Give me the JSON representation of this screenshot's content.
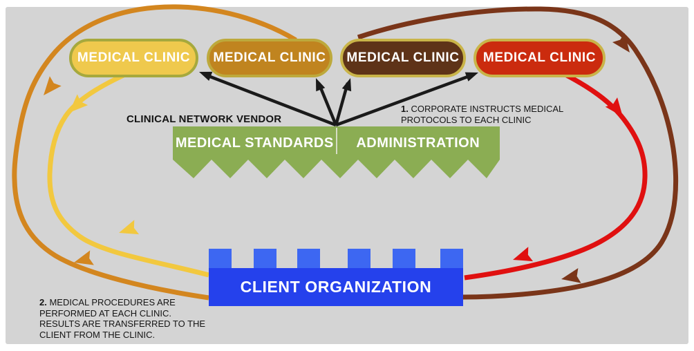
{
  "background": "#d4d4d4",
  "clinics": [
    {
      "label": "MEDICAL CLINIC",
      "fill": "#efc94d",
      "border": "#a6a93d"
    },
    {
      "label": "MEDICAL CLINIC",
      "fill": "#c0841f",
      "border": "#bda93c"
    },
    {
      "label": "MEDICAL CLINIC",
      "fill": "#5e3318",
      "border": "#c9b449"
    },
    {
      "label": "MEDICAL CLINIC",
      "fill": "#cb2b0e",
      "border": "#c9b449"
    }
  ],
  "vendor": {
    "label": "CLINICAL NETWORK VENDOR",
    "sections": [
      {
        "label": "MEDICAL STANDARDS"
      },
      {
        "label": "ADMINISTRATION"
      }
    ],
    "fill": "#8bad53",
    "divider_color": "#d6ddc6"
  },
  "client": {
    "label": "CLIENT ORGANIZATION",
    "body_fill": "#2541ec",
    "tooth_fill": "#3d67f2"
  },
  "notes": {
    "note1": {
      "num": "1.",
      "text": "CORPORATE INSTRUCTS MEDICAL PROTOCOLS TO EACH CLINIC"
    },
    "note2": {
      "num": "2.",
      "text": "MEDICAL PROCEDURES ARE PERFORMED AT EACH CLINIC. RESULTS ARE TRANSFERRED TO THE CLIENT FROM THE CLINIC."
    }
  },
  "flow_colors": {
    "clinic1_flow": "#f2c83f",
    "clinic2_flow": "#d3861f",
    "clinic3_flow": "#7a3519",
    "clinic4_flow": "#e01010",
    "instruction_arrows": "#1a1a1a"
  }
}
